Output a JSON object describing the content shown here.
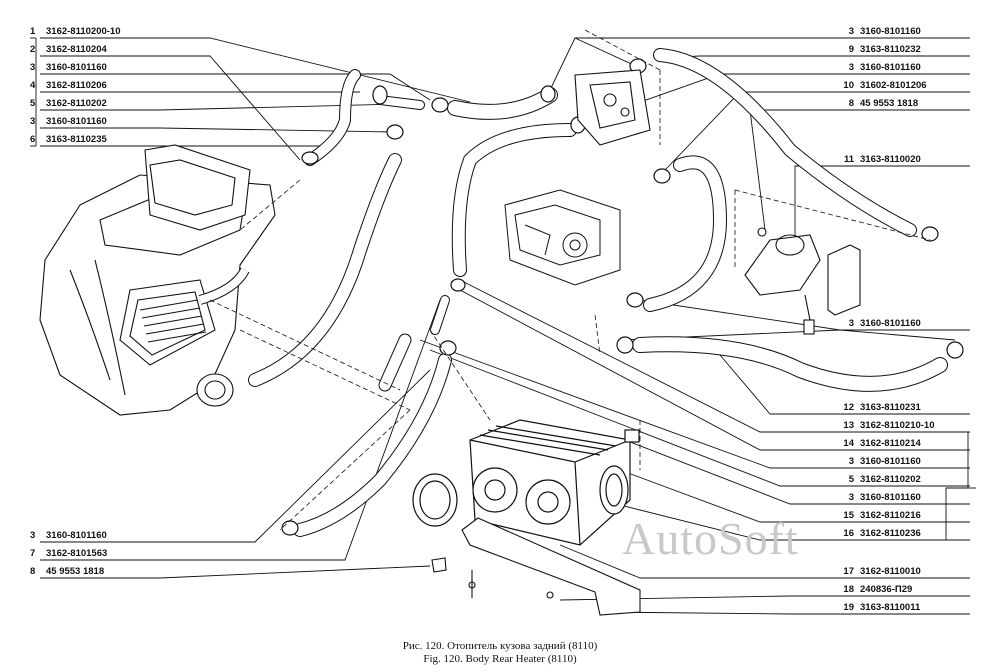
{
  "left_labels": [
    {
      "num": "1",
      "code": "3162-8110200-10"
    },
    {
      "num": "2",
      "code": "3162-8110204"
    },
    {
      "num": "3",
      "code": "3160-8101160"
    },
    {
      "num": "4",
      "code": "3162-8110206"
    },
    {
      "num": "5",
      "code": "3162-8110202"
    },
    {
      "num": "3",
      "code": "3160-8101160"
    },
    {
      "num": "6",
      "code": "3163-8110235"
    }
  ],
  "left_bottom_labels": [
    {
      "num": "3",
      "code": "3160-8101160"
    },
    {
      "num": "7",
      "code": "3162-8101563"
    },
    {
      "num": "8",
      "code": "45 9553 1818"
    }
  ],
  "right_labels": [
    {
      "num": "3",
      "code": "3160-8101160"
    },
    {
      "num": "9",
      "code": "3163-8110232"
    },
    {
      "num": "3",
      "code": "3160-8101160"
    },
    {
      "num": "10",
      "code": "31602-8101206"
    },
    {
      "num": "8",
      "code": "45 9553 1818"
    },
    {
      "num": "11",
      "code": "3163-8110020"
    },
    {
      "num": "3",
      "code": "3160-8101160"
    },
    {
      "num": "12",
      "code": "3163-8110231"
    },
    {
      "num": "13",
      "code": "3162-8110210-10"
    },
    {
      "num": "14",
      "code": "3162-8110214"
    },
    {
      "num": "3",
      "code": "3160-8101160"
    },
    {
      "num": "5",
      "code": "3162-8110202"
    },
    {
      "num": "3",
      "code": "3160-8101160"
    },
    {
      "num": "15",
      "code": "3162-8110216"
    },
    {
      "num": "16",
      "code": "3162-8110236"
    },
    {
      "num": "17",
      "code": "3162-8110010"
    },
    {
      "num": "18",
      "code": "240836-П29"
    },
    {
      "num": "19",
      "code": "3163-8110011"
    }
  ],
  "caption_ru": "Рис. 120. Отопитель кузова задний (8110)",
  "caption_en": "Fig. 120. Body Rear Heater (8110)",
  "watermark": "AutoSoft"
}
